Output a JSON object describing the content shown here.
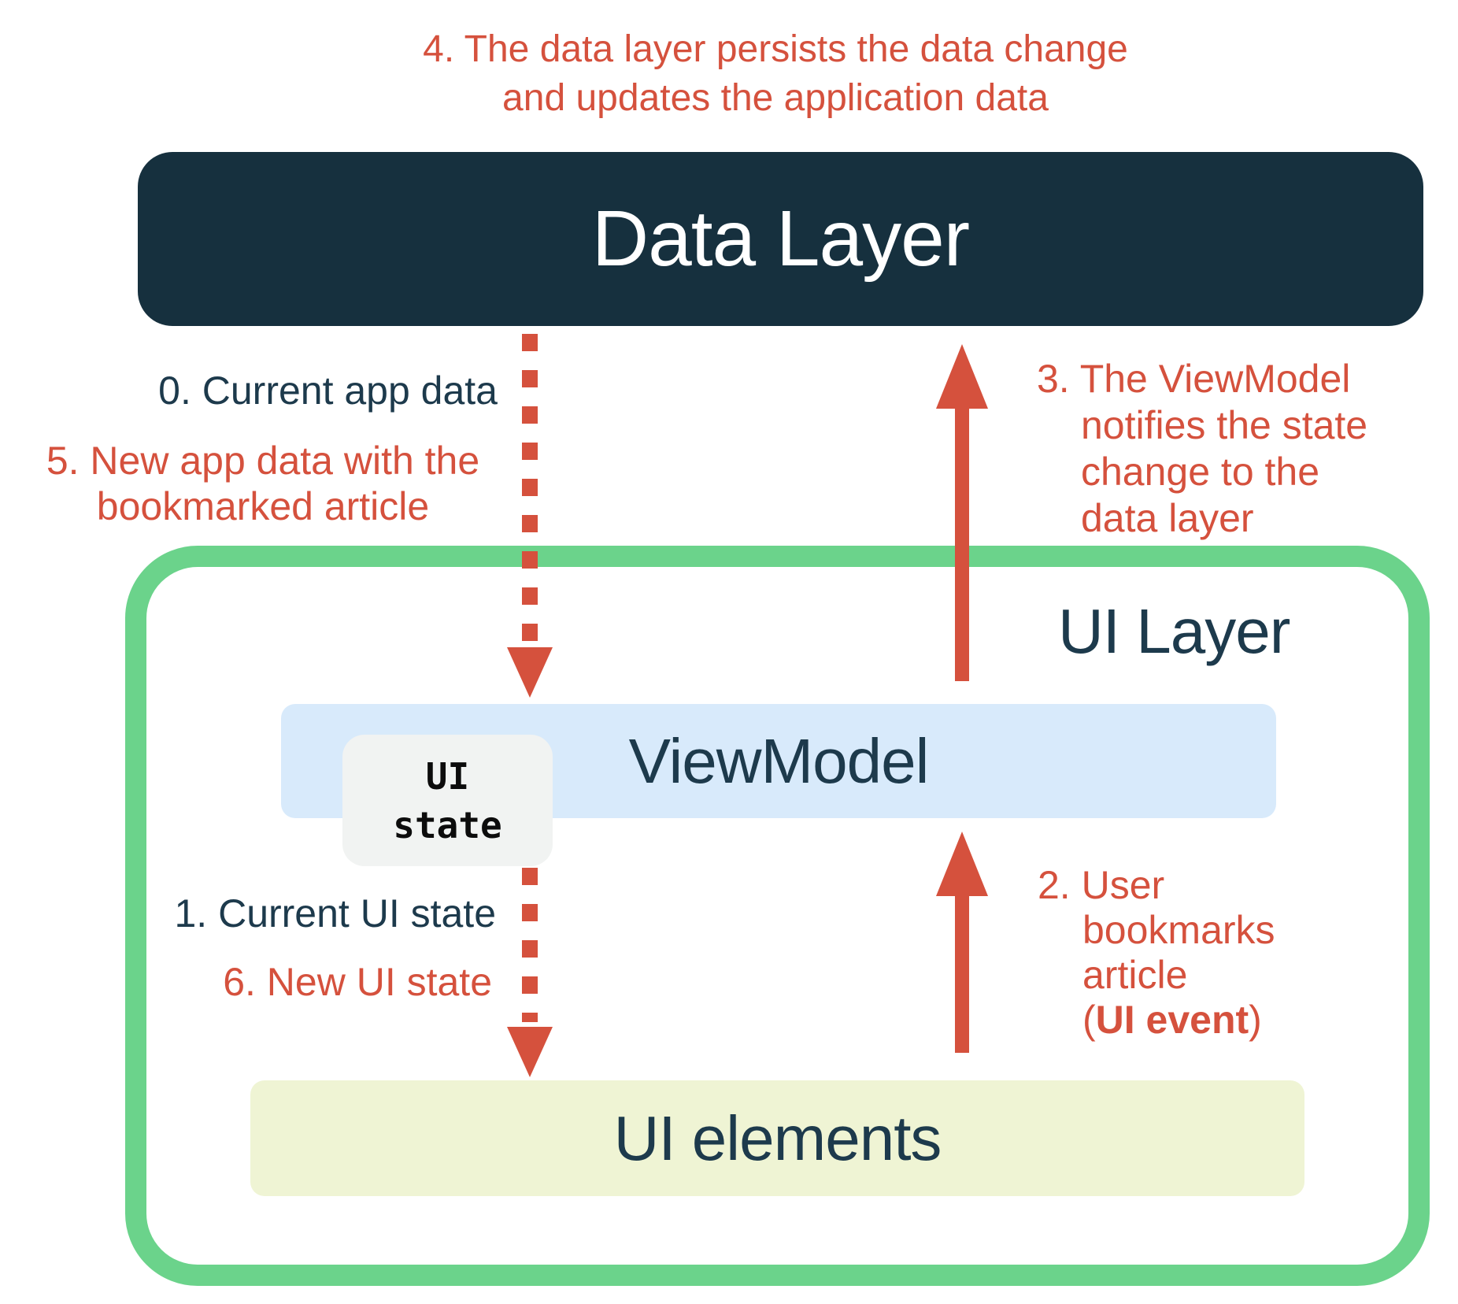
{
  "colors": {
    "navy_box": "#16303E",
    "navy_text": "#1D3A4C",
    "red": "#D5513D",
    "green_border": "#6BD38B",
    "light_blue": "#D8EAFB",
    "light_yellow": "#EFF4D4",
    "light_gray": "#F1F3F2",
    "white": "#FFFFFF"
  },
  "boxes": {
    "data_layer_label": "Data Layer",
    "ui_layer_label": "UI Layer",
    "viewmodel_label": "ViewModel",
    "ui_state": {
      "line1": "UI",
      "line2": "state"
    },
    "ui_elements_label": "UI elements"
  },
  "annotations": {
    "step4": {
      "line1": "4. The data layer persists the data change",
      "line2": "and updates the application data"
    },
    "step0": {
      "text": "0. Current app data"
    },
    "step5": {
      "line1": "5. New app data with the",
      "line2": "bookmarked article"
    },
    "step3": {
      "line1": "3. The ViewModel",
      "line2": "notifies the state",
      "line3": "change to the",
      "line4": "data layer"
    },
    "step1": {
      "text": "1. Current UI state"
    },
    "step6": {
      "text": "6. New UI state"
    },
    "step2": {
      "line1": "2. User",
      "line2": "bookmarks",
      "line3": "article",
      "line4_prefix": "(",
      "line4_bold": "UI event",
      "line4_suffix": ")"
    }
  }
}
